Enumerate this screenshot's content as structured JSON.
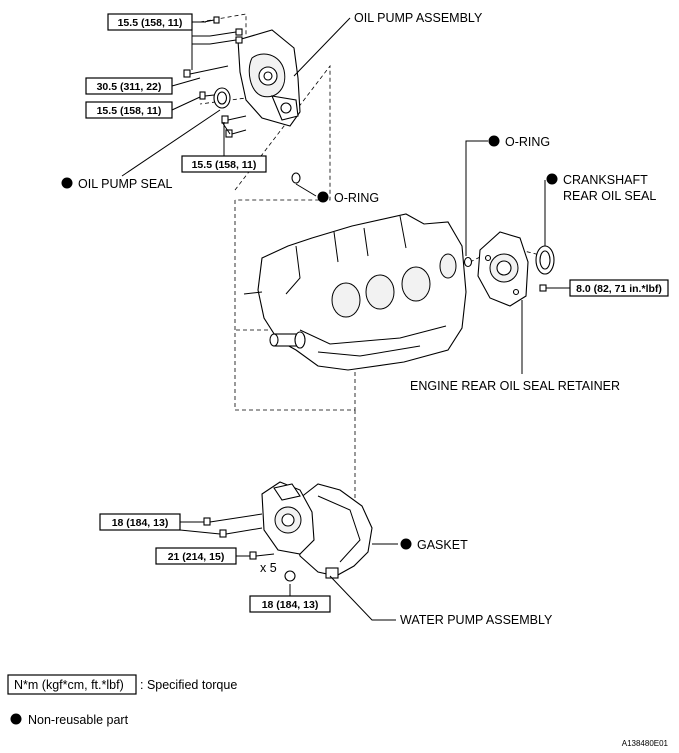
{
  "labels": {
    "oil_pump_assembly": "OIL PUMP ASSEMBLY",
    "oil_pump_seal": "OIL PUMP SEAL",
    "o_ring_1": "O-RING",
    "o_ring_2": "O-RING",
    "crankshaft_rear_oil_seal_1": "CRANKSHAFT",
    "crankshaft_rear_oil_seal_2": "REAR OIL SEAL",
    "engine_rear_oil_seal_retainer": "ENGINE REAR OIL SEAL RETAINER",
    "gasket": "GASKET",
    "water_pump_assembly": "WATER PUMP ASSEMBLY",
    "qty": "x 5"
  },
  "torques": {
    "t1": "15.5 (158, 11)",
    "t2": "30.5 (311, 22)",
    "t3": "15.5 (158, 11)",
    "t4": "15.5 (158, 11)",
    "t5": "8.0 (82, 71 in.*lbf)",
    "t6": "18 (184, 13)",
    "t7": "21 (214, 15)",
    "t8": "18 (184, 13)"
  },
  "legend": {
    "torque_unit": "N*m (kgf*cm, ft.*lbf)",
    "torque_desc": ": Specified torque",
    "nonreusable": "Non-reusable part"
  },
  "figure_code": "A138480E01"
}
